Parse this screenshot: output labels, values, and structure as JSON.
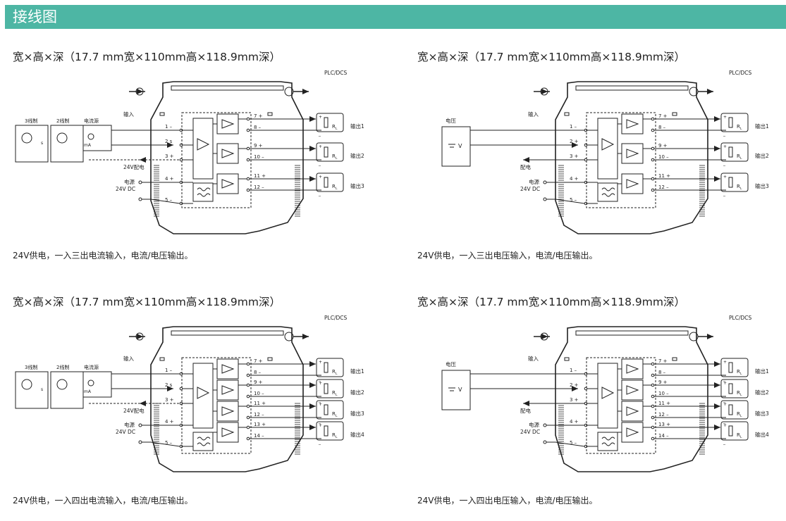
{
  "header": {
    "title": "接线图"
  },
  "common_labels": {
    "plc": "PLC/DCS",
    "input": "输入",
    "power": "电源",
    "power_dc": "24V DC",
    "rl": "R",
    "rl_sub": "L",
    "current_src": "电流源",
    "three_wire": "3线制",
    "two_wire": "2线制",
    "ma": "mA",
    "loop_24v": "24V配电",
    "voltage": "电压",
    "v": "V",
    "feed": "配电"
  },
  "panels": [
    {
      "title": "宽×高×深（17.7 mm宽×110mm高×118.9mm深）",
      "caption": "24V供电，一入三出电流输入，电流/电压输出。",
      "input_type": "current",
      "inputs": [
        "1 –",
        "2 s",
        "3 +",
        "4 +",
        "5 –"
      ],
      "outputs": [
        {
          "a": "7 +",
          "b": "8 –",
          "label": "输出1"
        },
        {
          "a": "9 +",
          "b": "10 –",
          "label": "输出2"
        },
        {
          "a": "11 +",
          "b": "12 –",
          "label": "输出3"
        }
      ]
    },
    {
      "title": "宽×高×深（17.7 mm宽×110mm高×118.9mm深）",
      "caption": "24V供电，一入三出电压输入，电流/电压输出。",
      "input_type": "voltage",
      "inputs": [
        "1 –",
        "2 +",
        "3 +",
        "4 +",
        "5 –"
      ],
      "outputs": [
        {
          "a": "7 +",
          "b": "8 –",
          "label": "输出1"
        },
        {
          "a": "9 +",
          "b": "10 –",
          "label": "输出2"
        },
        {
          "a": "11 +",
          "b": "12 –",
          "label": "输出3"
        }
      ]
    },
    {
      "title": "宽×高×深（17.7 mm宽×110mm高×118.9mm深）",
      "caption": "24V供电，一入四出电流输入，电流/电压输出。",
      "input_type": "current",
      "inputs": [
        "1 –",
        "2 s",
        "3 +",
        "4 +",
        "5 –"
      ],
      "outputs": [
        {
          "a": "7 +",
          "b": "8 –",
          "label": "输出1"
        },
        {
          "a": "9 +",
          "b": "10 –",
          "label": "输出2"
        },
        {
          "a": "11 +",
          "b": "12 –",
          "label": "输出3"
        },
        {
          "a": "13 +",
          "b": "14 –",
          "label": "输出4"
        }
      ]
    },
    {
      "title": "宽×高×深（17.7 mm宽×110mm高×118.9mm深）",
      "caption": "24V供电，一入四出电压输入，电流/电压输出。",
      "input_type": "voltage",
      "inputs": [
        "1 –",
        "2 +",
        "3 +",
        "4 +",
        "5 –"
      ],
      "outputs": [
        {
          "a": "7 +",
          "b": "8 –",
          "label": "输出1"
        },
        {
          "a": "9 +",
          "b": "10 –",
          "label": "输出2"
        },
        {
          "a": "11 +",
          "b": "12 –",
          "label": "输出3"
        },
        {
          "a": "13 +",
          "b": "14 –",
          "label": "输出4"
        }
      ]
    }
  ]
}
